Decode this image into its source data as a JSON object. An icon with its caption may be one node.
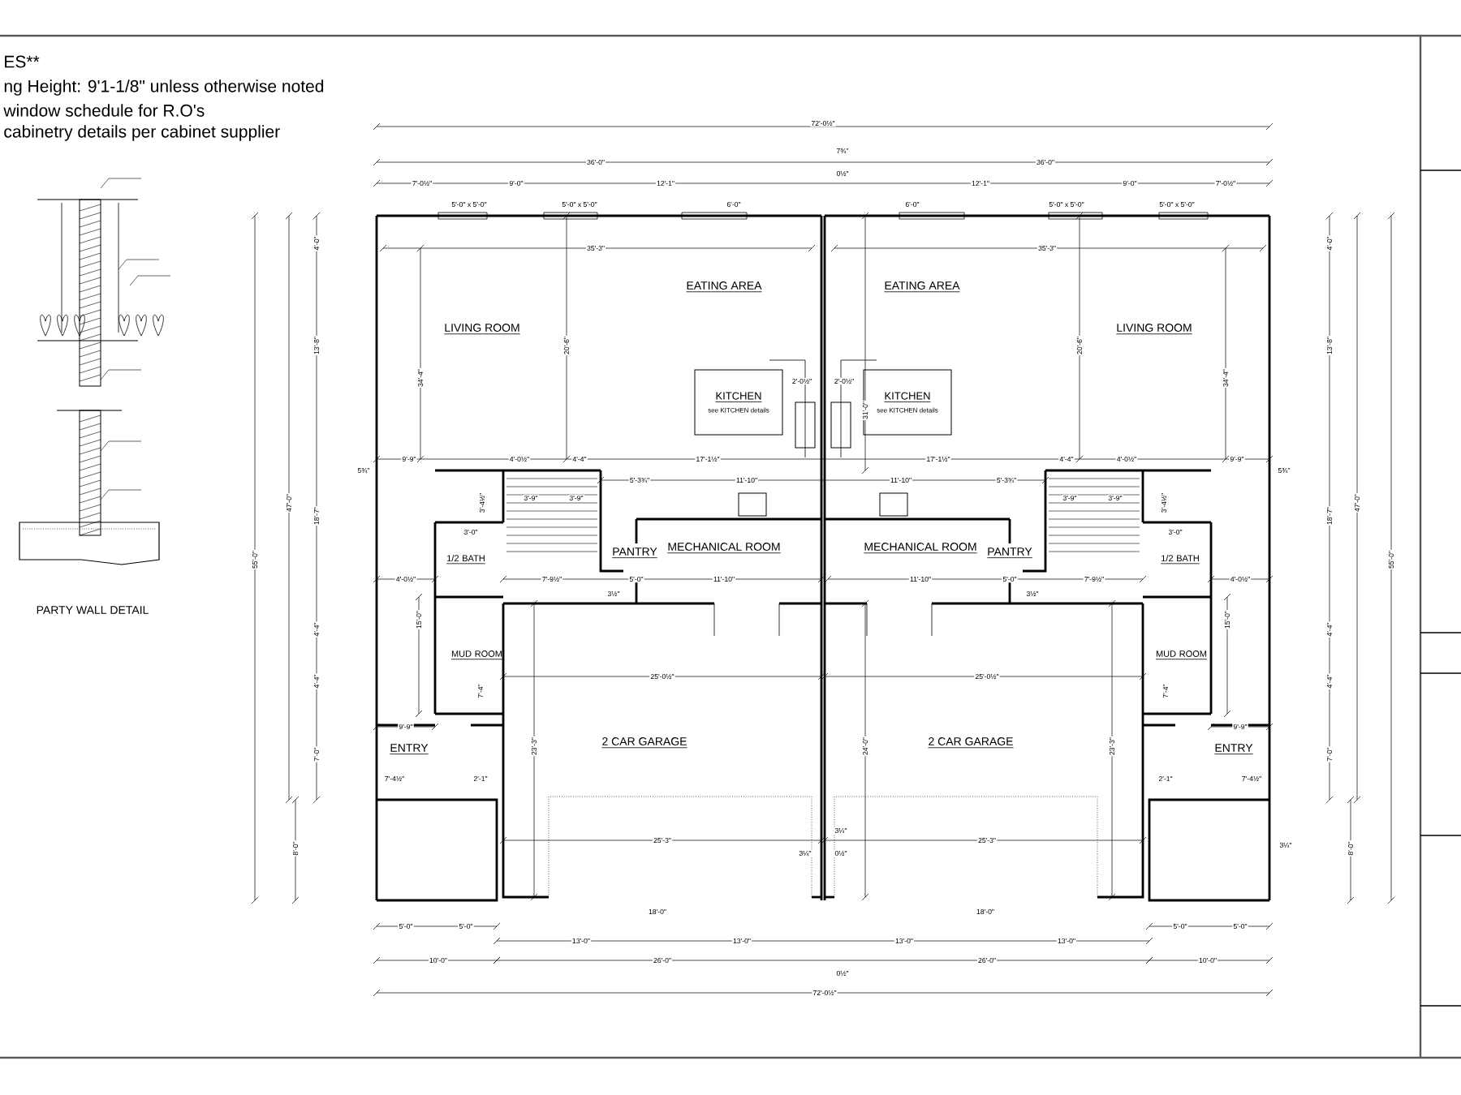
{
  "diagram": {
    "nodes": [
      {
        "text": [
          "LIVING ROOM"
        ]
      },
      {
        "text": [
          "EATING AREA"
        ]
      },
      {
        "text": [
          "EATING AREA"
        ]
      },
      {
        "text": [
          "LIVING ROOM"
        ]
      },
      {
        "text": [
          "KITCHEN",
          "see KITCHEN details"
        ]
      },
      {
        "text": [
          "KITCHEN",
          "see KITCHEN details"
        ]
      },
      {
        "text": [
          "1/2 BATH"
        ]
      },
      {
        "text": [
          "PANTRY"
        ]
      },
      {
        "text": [
          "MECHANICAL ROOM"
        ]
      },
      {
        "text": [
          "MECHANICAL ROOM"
        ]
      },
      {
        "text": [
          "PANTRY"
        ]
      },
      {
        "text": [
          "1/2 BATH"
        ]
      },
      {
        "text": [
          "MUD ROOM"
        ]
      },
      {
        "text": [
          "MUD ROOM"
        ]
      },
      {
        "text": [
          "ENTRY"
        ]
      },
      {
        "text": [
          "2 CAR GARAGE"
        ]
      },
      {
        "text": [
          "2 CAR GARAGE"
        ]
      },
      {
        "text": [
          "ENTRY"
        ]
      }
    ],
    "labels": [
      "ES**",
      "ng Height:  9'1-1/8\" unless otherwise noted",
      "window schedule for R.O's",
      "cabinetry details per cabinet supplier",
      "PARTY WALL DETAIL",
      "72'-0½\"",
      "36'-0\"",
      "36'-0\"",
      "7¾\"",
      "0½\"",
      "7'-0½\"",
      "9'-0\"",
      "12'-1\"",
      "12'-1\"",
      "9'-0\"",
      "7'-0½\"",
      "5'-0\" x 5'-0\"",
      "5'-0\" x 5'-0\"",
      "6'-0\"",
      "6'-0\"",
      "5'-0\" x 5'-0\"",
      "5'-0\" x 5'-0\"",
      "35'-3\"",
      "35'-3\"",
      "34'-4\"",
      "20'-6\"",
      "2'-0½\"",
      "2'-0½\"",
      "31'-0\"",
      "20'-6\"",
      "34'-4\"",
      "9'-9\"",
      "4'-0½\"",
      "4'-4\"",
      "17'-1½\"",
      "17'-1½\"",
      "4'-4\"",
      "4'-0½\"",
      "9'-9\"",
      "5¾\"",
      "5¾\"",
      "5'-3¾\"",
      "11'-10\"",
      "11'-10\"",
      "5'-3¾\"",
      "3'-4½\"",
      "3'-9\"",
      "3'-9\"",
      "3'-9\"",
      "3'-9\"",
      "3'-4½\"",
      "3'-0\"",
      "4'-0½\"",
      "7'-9½\"",
      "5'-0\"",
      "11'-10\"",
      "11'-10\"",
      "5'-0\"",
      "7'-9½\"",
      "4'-0½\"",
      "3½\"",
      "3½\"",
      "3'-0\"",
      "15'-0\"",
      "15'-0\"",
      "7'-4\"",
      "7'-4\"",
      "25'-0½\"",
      "25'-0½\"",
      "9'-9\"",
      "9'-9\"",
      "23'-3\"",
      "24'-0\"",
      "23'-3\"",
      "7'-4½\"",
      "2'-1\"",
      "2'-1\"",
      "7'-4½\"",
      "25'-3\"",
      "25'-3\"",
      "3¼\"",
      "3¼\"",
      "0½\"",
      "3¼\"",
      "18'-0\"",
      "18'-0\"",
      "5'-0\"",
      "5'-0\"",
      "5'-0\"",
      "5'-0\"",
      "13'-0\"",
      "13'-0\"",
      "13'-0\"",
      "13'-0\"",
      "10'-0\"",
      "26'-0\"",
      "26'-0\"",
      "10'-0\"",
      "0½\"",
      "72'-0½\"",
      "55'-0\"",
      "47'-0\"",
      "4'-0\"",
      "13'-8\"",
      "18'-7\"",
      "4'-4\"",
      "4'-4\"",
      "7'-0\"",
      "8'-0\"",
      "4'-0\"",
      "13'-8\"",
      "18'-7\"",
      "47'-0\"",
      "55'-0\"",
      "4'-4\"",
      "4'-4\"",
      "7'-0\"",
      "8'-0\""
    ]
  }
}
